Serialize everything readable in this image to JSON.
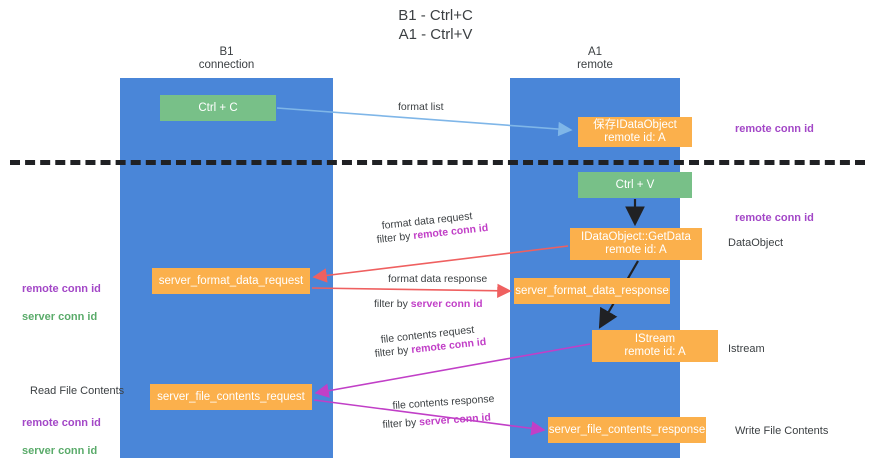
{
  "title": "B1 - Ctrl+C\nA1 - Ctrl+V",
  "lanes": [
    {
      "name": "b1",
      "header": "B1\nconnection"
    },
    {
      "name": "a1",
      "header": "A1\nremote"
    }
  ],
  "nodes": {
    "ctrl_c": "Ctrl + C",
    "save_idataobject": "保存IDataObject\nremote id: A",
    "ctrl_v": "Ctrl + V",
    "getdata": "IDataObject::GetData\nremote id: A",
    "server_format_data_request": "server_format_data_request",
    "server_format_data_response": "server_format_data_response",
    "istream": "IStream\nremote id: A",
    "server_file_contents_request": "server_file_contents_request",
    "server_file_contents_response": "server_file_contents_response"
  },
  "annotations": {
    "remote_conn_id": "remote conn id",
    "server_conn_id": "server conn id",
    "dataobject": "DataObject",
    "istream": "Istream",
    "write_file_contents": "Write File Contents",
    "read_file_contents": "Read File Contents"
  },
  "edge_labels": {
    "format_list": "format list",
    "format_data_request": "format data request",
    "filter_by": "filter by ",
    "format_data_response": "format data response",
    "file_contents_request": "file contents request",
    "file_contents_response": "file contents response"
  },
  "colors": {
    "lane": "#4a86d8",
    "green_node": "#78c088",
    "orange_node": "#fbb04c",
    "purple_text": "#a347c7",
    "green_text": "#5aab6a",
    "magenta_edge": "#c13fc7",
    "red_edge": "#ef6060",
    "blue_edge": "#7fb6e8",
    "black_edge": "#202124",
    "page_bg": "#ffffff"
  }
}
